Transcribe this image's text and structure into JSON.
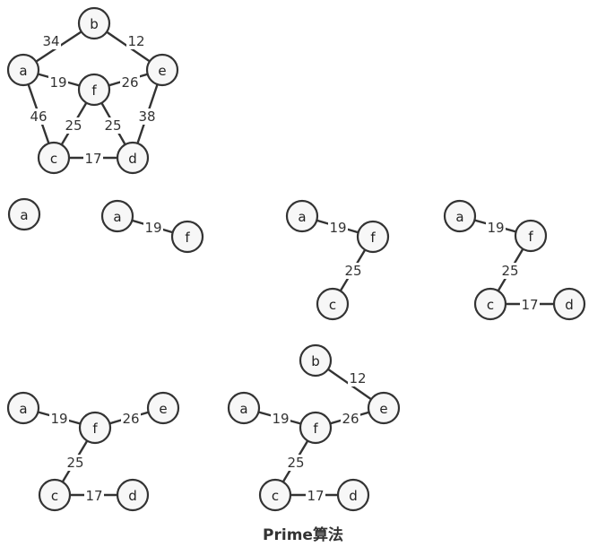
{
  "caption": "Prime算法",
  "steps": [
    {
      "nodes": [
        "b",
        "a",
        "e",
        "f",
        "c",
        "d"
      ],
      "edges": [
        {
          "from": "a",
          "to": "b",
          "weight": "34"
        },
        {
          "from": "b",
          "to": "e",
          "weight": "12"
        },
        {
          "from": "a",
          "to": "f",
          "weight": "19"
        },
        {
          "from": "f",
          "to": "e",
          "weight": "26"
        },
        {
          "from": "a",
          "to": "c",
          "weight": "46"
        },
        {
          "from": "f",
          "to": "c",
          "weight": "25"
        },
        {
          "from": "f",
          "to": "d",
          "weight": "25"
        },
        {
          "from": "e",
          "to": "d",
          "weight": "38"
        },
        {
          "from": "c",
          "to": "d",
          "weight": "17"
        }
      ]
    },
    {
      "nodes": [
        "a"
      ],
      "edges": []
    },
    {
      "nodes": [
        "a",
        "f"
      ],
      "edges": [
        {
          "from": "a",
          "to": "f",
          "weight": "19"
        }
      ]
    },
    {
      "nodes": [
        "a",
        "f",
        "c"
      ],
      "edges": [
        {
          "from": "a",
          "to": "f",
          "weight": "19"
        },
        {
          "from": "f",
          "to": "c",
          "weight": "25"
        }
      ]
    },
    {
      "nodes": [
        "a",
        "f",
        "c",
        "d"
      ],
      "edges": [
        {
          "from": "a",
          "to": "f",
          "weight": "19"
        },
        {
          "from": "f",
          "to": "c",
          "weight": "25"
        },
        {
          "from": "c",
          "to": "d",
          "weight": "17"
        }
      ]
    },
    {
      "nodes": [
        "a",
        "f",
        "e",
        "c",
        "d"
      ],
      "edges": [
        {
          "from": "a",
          "to": "f",
          "weight": "19"
        },
        {
          "from": "f",
          "to": "e",
          "weight": "26"
        },
        {
          "from": "f",
          "to": "c",
          "weight": "25"
        },
        {
          "from": "c",
          "to": "d",
          "weight": "17"
        }
      ]
    },
    {
      "nodes": [
        "b",
        "e",
        "a",
        "f",
        "c",
        "d"
      ],
      "edges": [
        {
          "from": "b",
          "to": "e",
          "weight": "12"
        },
        {
          "from": "a",
          "to": "f",
          "weight": "19"
        },
        {
          "from": "f",
          "to": "e",
          "weight": "26"
        },
        {
          "from": "f",
          "to": "c",
          "weight": "25"
        },
        {
          "from": "c",
          "to": "d",
          "weight": "17"
        }
      ]
    }
  ]
}
